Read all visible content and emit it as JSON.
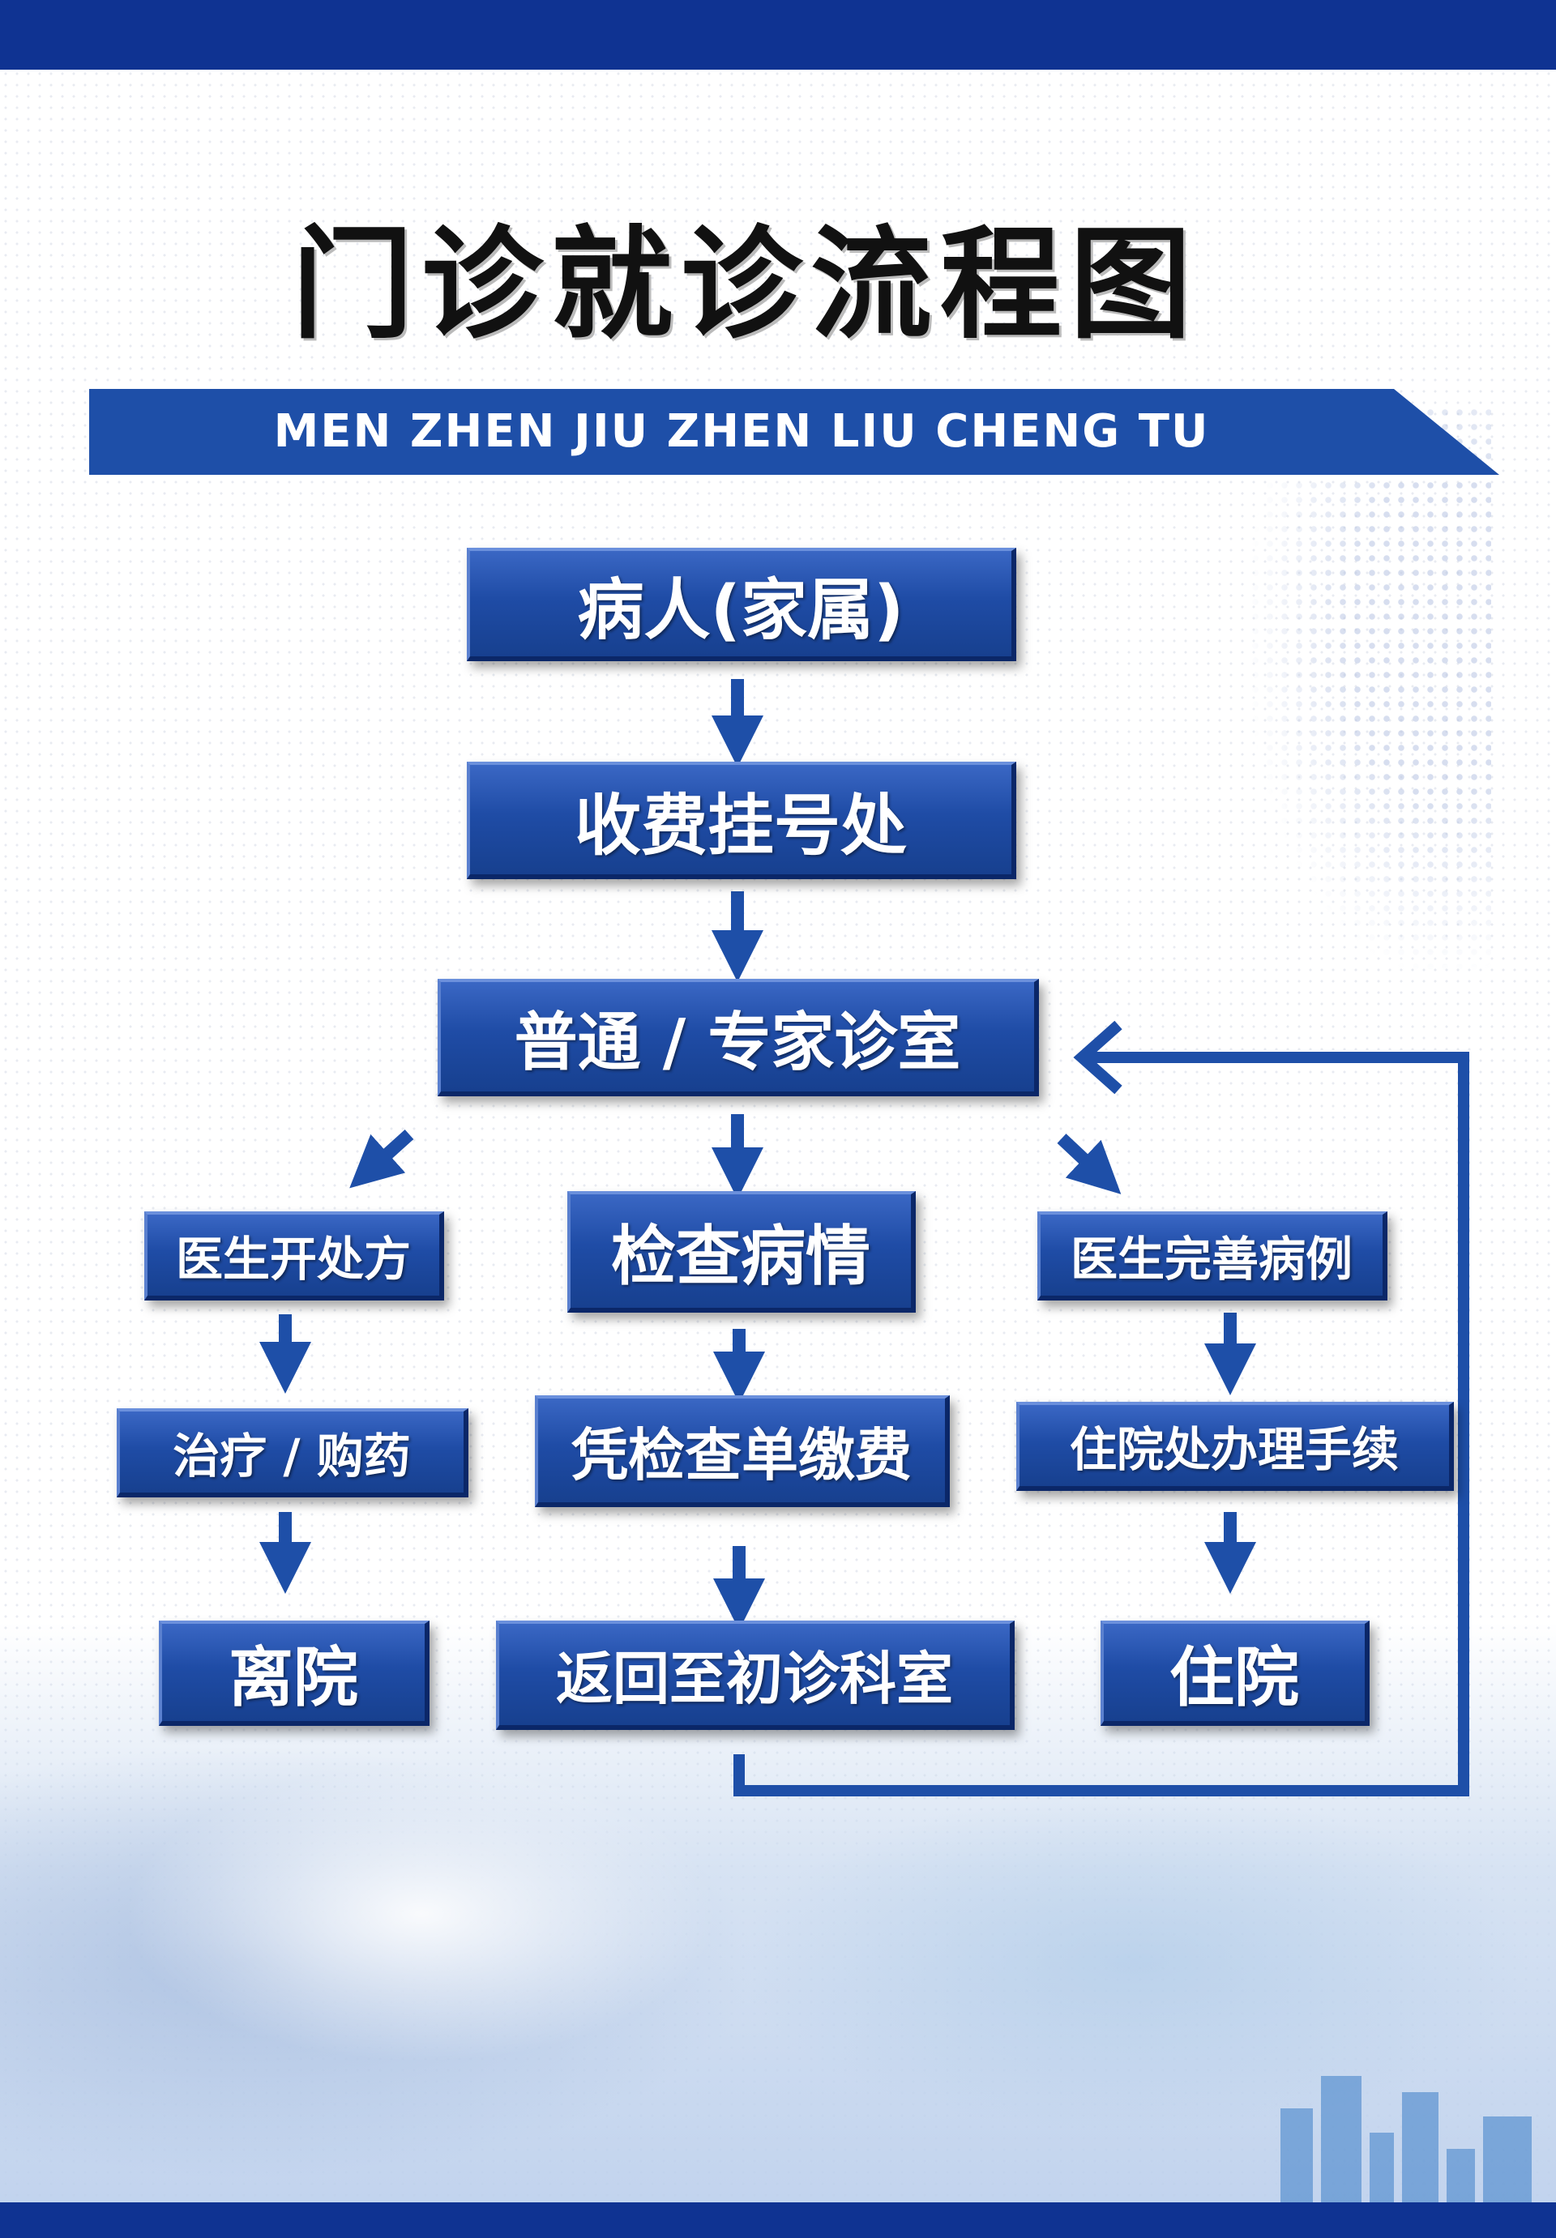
{
  "title": "门诊就诊流程图",
  "subtitle": "MEN ZHEN JIU ZHEN LIU CHENG TU",
  "colors": {
    "primary": "#1e4fa8",
    "dark": "#0f3392",
    "title": "#111111"
  },
  "flow": {
    "patient": "病人(家属)",
    "registration": "收费挂号处",
    "clinic": "普通 / 专家诊室",
    "left": {
      "prescription": "医生开处方",
      "treatment": "治疗 / 购药",
      "leave": "离院"
    },
    "center": {
      "examine": "检查病情",
      "pay": "凭检查单缴费",
      "return": "返回至初诊科室"
    },
    "right": {
      "records": "医生完善病例",
      "admission": "住院处办理手续",
      "hospitalize": "住院"
    }
  }
}
